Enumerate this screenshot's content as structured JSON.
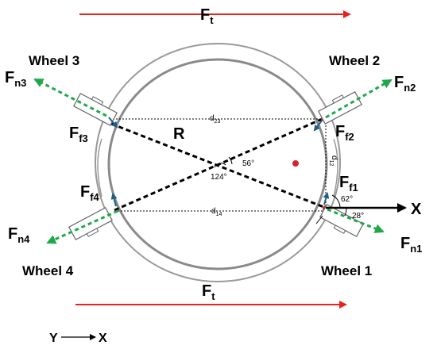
{
  "labels": {
    "ft_top_main": "F",
    "ft_top_sub": "t",
    "ft_bottom_main": "F",
    "ft_bottom_sub": "t",
    "wheel1": "Wheel 1",
    "wheel2": "Wheel 2",
    "wheel3": "Wheel 3",
    "wheel4": "Wheel 4",
    "fn1_main": "F",
    "fn1_sub": "n1",
    "fn2_main": "F",
    "fn2_sub": "n2",
    "fn3_main": "F",
    "fn3_sub": "n3",
    "fn4_main": "F",
    "fn4_sub": "n4",
    "ff1_main": "F",
    "ff1_sub": "f1",
    "ff2_main": "F",
    "ff2_sub": "f2",
    "ff3_main": "F",
    "ff3_sub": "f3",
    "ff4_main": "F",
    "ff4_sub": "f4",
    "radius": "R",
    "d23_main": "d",
    "d23_sub": "23",
    "d14_main": "d",
    "d14_sub": "14",
    "d12_main": "d",
    "d12_sub": "12",
    "angle_56": "56°",
    "angle_124": "124°",
    "angle_62": "62°",
    "angle_28": "28°",
    "x_axis": "X",
    "legend_y": "Y",
    "legend_x": "X"
  },
  "colors": {
    "translation_force": "#e8231f",
    "normal_force": "#1fa84a",
    "friction_force": "#1f5d8a",
    "contact_point": "#d8222a",
    "ring": "#8a8a8a",
    "construction_line": "#000000"
  }
}
